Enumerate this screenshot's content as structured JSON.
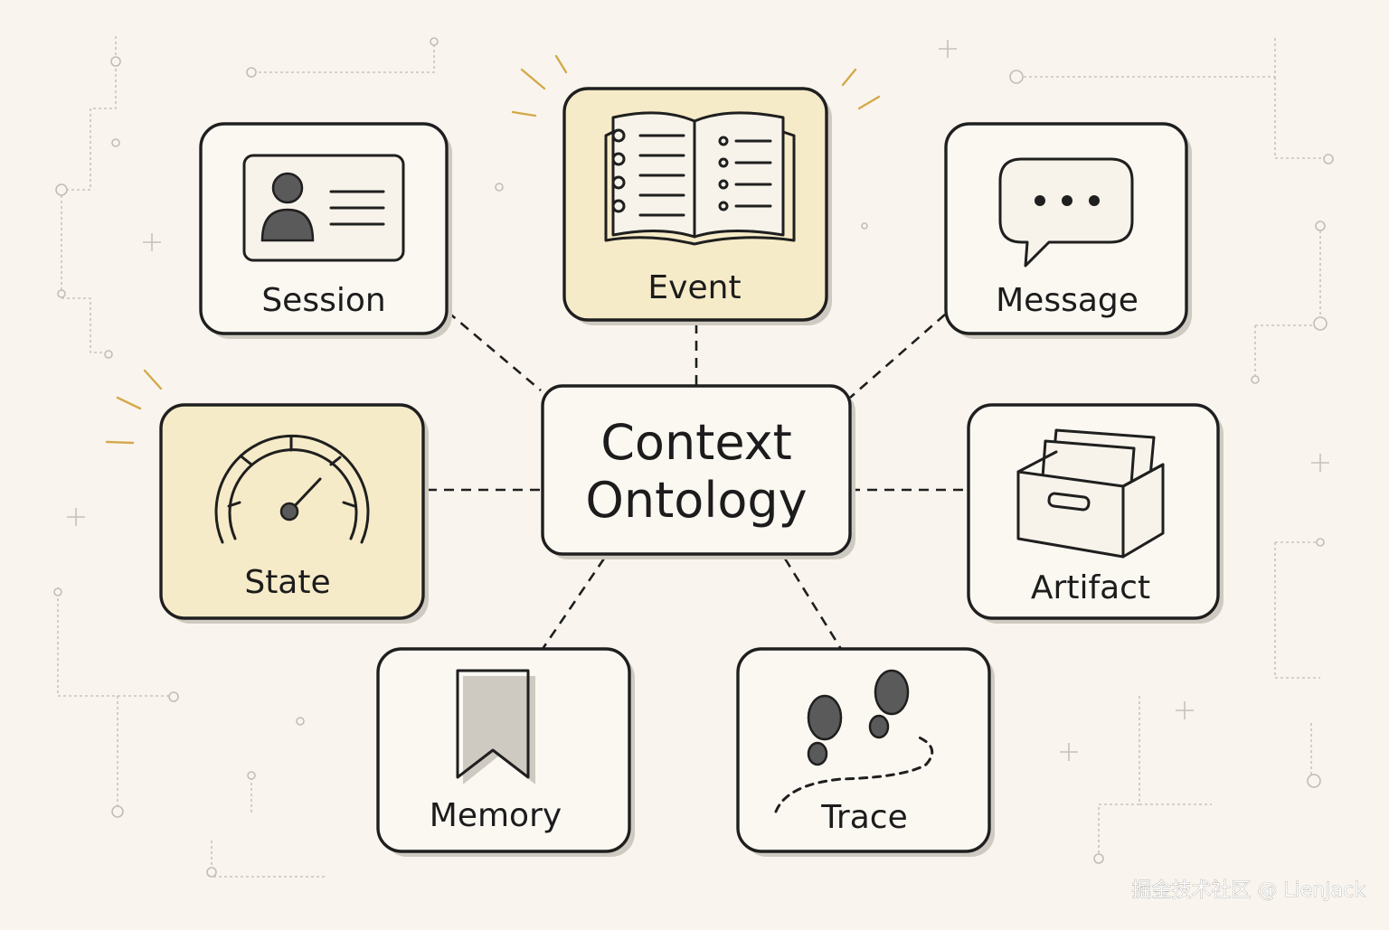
{
  "diagram": {
    "center": {
      "lines": [
        "Context",
        "Ontology"
      ]
    },
    "nodes": [
      {
        "id": "session",
        "label": "Session",
        "icon": "id-card-icon",
        "highlighted": false
      },
      {
        "id": "event",
        "label": "Event",
        "icon": "open-book-icon",
        "highlighted": true
      },
      {
        "id": "message",
        "label": "Message",
        "icon": "chat-bubble-icon",
        "highlighted": false
      },
      {
        "id": "state",
        "label": "State",
        "icon": "gauge-icon",
        "highlighted": true
      },
      {
        "id": "artifact",
        "label": "Artifact",
        "icon": "file-box-icon",
        "highlighted": false
      },
      {
        "id": "memory",
        "label": "Memory",
        "icon": "bookmark-icon",
        "highlighted": false
      },
      {
        "id": "trace",
        "label": "Trace",
        "icon": "footprints-icon",
        "highlighted": false
      }
    ],
    "colors": {
      "background": "#f9f5ee",
      "box": "#fbf8f2",
      "highlight": "#f6ebc8",
      "ink": "#1f1f1f",
      "accent_rays": "#d4a94a"
    }
  },
  "watermark": "掘金技术社区 @ LienJack"
}
